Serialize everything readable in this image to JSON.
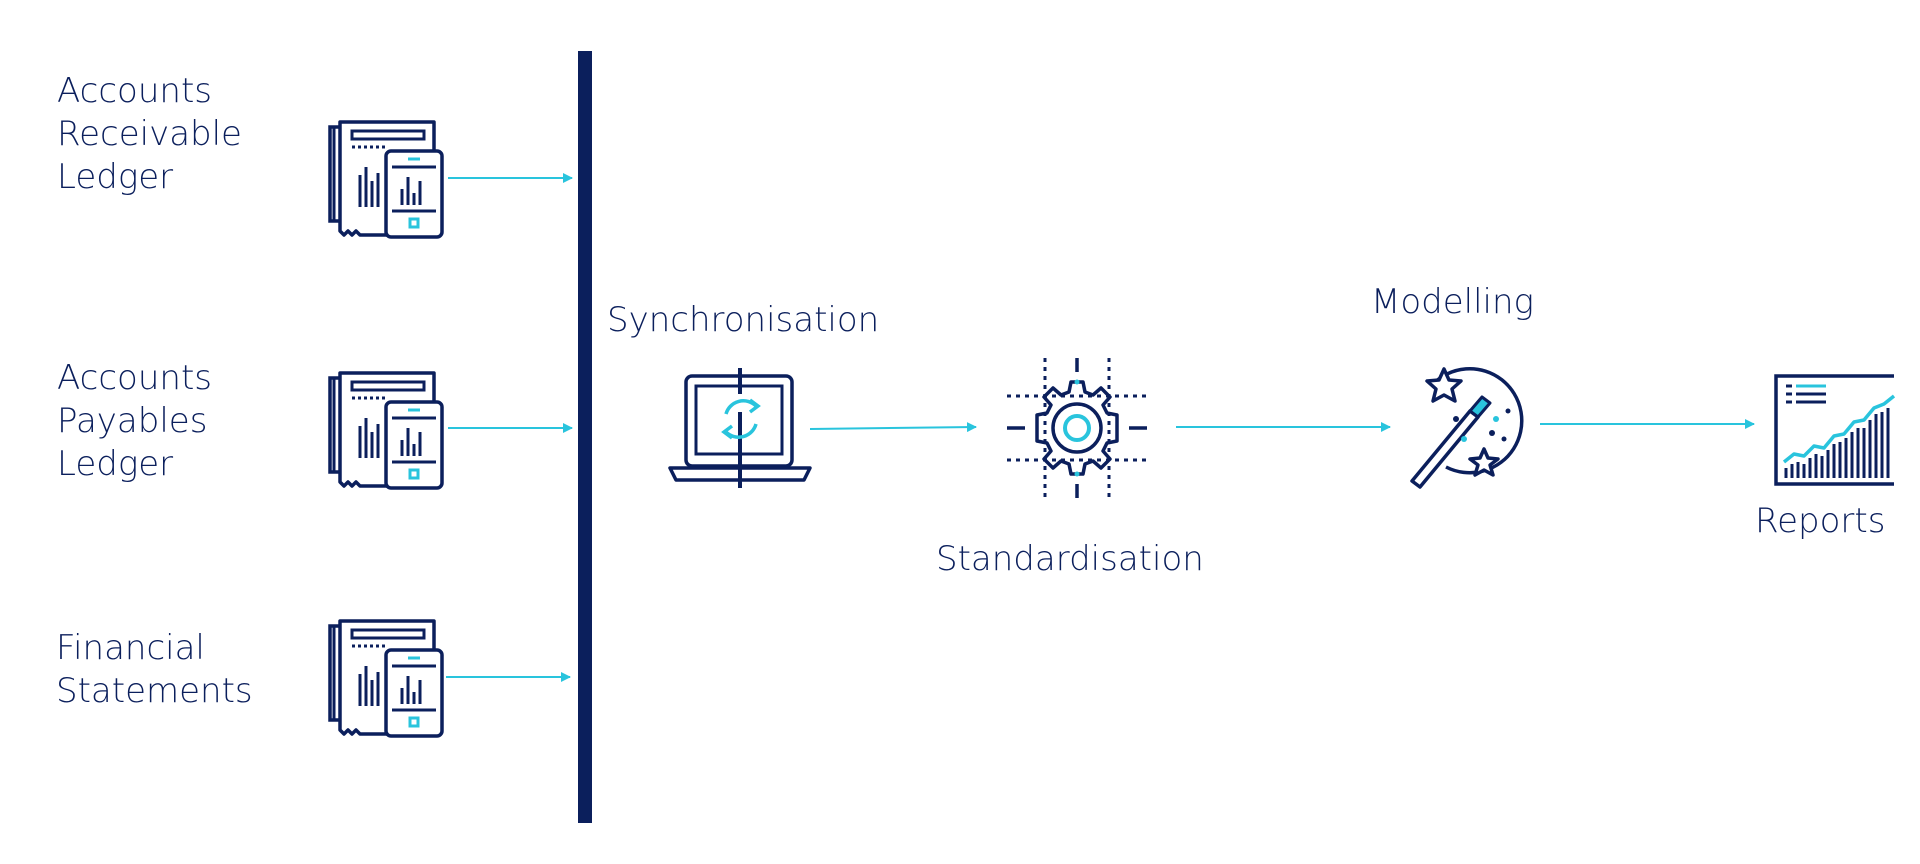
{
  "sources": [
    {
      "lines": [
        "Accounts",
        "Receivable",
        "Ledger"
      ],
      "icon": "ledger-with-phone-chart-icon"
    },
    {
      "lines": [
        "Accounts",
        "Payables",
        "Ledger"
      ],
      "icon": "ledger-with-phone-chart-icon"
    },
    {
      "lines": [
        "Financial",
        "Statements"
      ],
      "icon": "ledger-with-phone-chart-icon"
    }
  ],
  "steps": [
    {
      "label": "Synchronisation",
      "icon": "laptop-sync-icon"
    },
    {
      "label": "Standardisation",
      "icon": "gear-icon"
    },
    {
      "label": "Modelling",
      "icon": "magic-wand-icon"
    },
    {
      "label": "Reports",
      "icon": "report-chart-icon"
    }
  ],
  "colors": {
    "navy": "#0b1f5c",
    "accent": "#29c4dd",
    "background": "#ffffff"
  }
}
